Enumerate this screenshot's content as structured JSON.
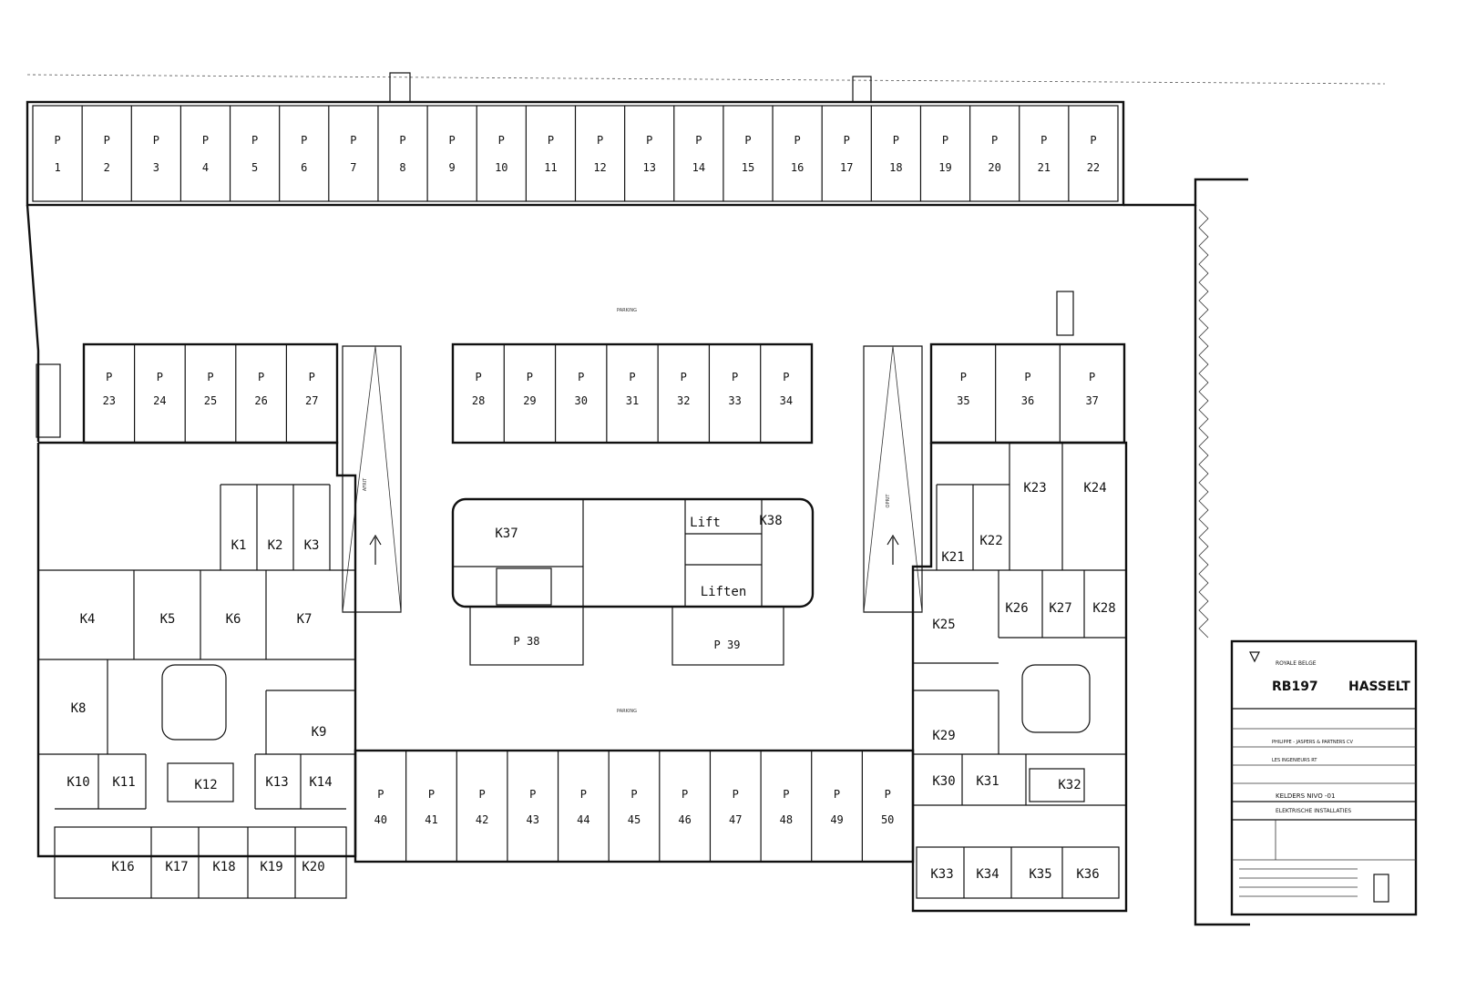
{
  "plan": {
    "parking_label": "PARKING",
    "ramp_left": "AFRIT",
    "ramp_right": "OPRIT",
    "lift_label": "Lift",
    "liften_label": "Liften",
    "spaces_top": [
      "1",
      "2",
      "3",
      "4",
      "5",
      "6",
      "7",
      "8",
      "9",
      "10",
      "11",
      "12",
      "13",
      "14",
      "15",
      "16",
      "17",
      "18",
      "19",
      "20",
      "21",
      "22"
    ],
    "spaces_mid_left": [
      "23",
      "24",
      "25",
      "26",
      "27"
    ],
    "spaces_mid_center": [
      "28",
      "29",
      "30",
      "31",
      "32",
      "33",
      "34"
    ],
    "spaces_mid_right": [
      "35",
      "36",
      "37"
    ],
    "spaces_bottom": [
      "40",
      "41",
      "42",
      "43",
      "44",
      "45",
      "46",
      "47",
      "48",
      "49",
      "50"
    ],
    "space_p38": "P 38",
    "space_p39": "P 39",
    "cellars": [
      "K1",
      "K2",
      "K3",
      "K4",
      "K5",
      "K6",
      "K7",
      "K8",
      "K9",
      "K10",
      "K11",
      "K12",
      "K13",
      "K14",
      "K16",
      "K17",
      "K18",
      "K19",
      "K20",
      "K21",
      "K22",
      "K23",
      "K24",
      "K25",
      "K26",
      "K27",
      "K28",
      "K29",
      "K30",
      "K31",
      "K32",
      "K33",
      "K34",
      "K35",
      "K36",
      "K37",
      "K38"
    ]
  },
  "title_block": {
    "client": "ROYALE BELGE",
    "project": "RB197",
    "city": "HASSELT",
    "sheet": "KELDERS NIVO -01",
    "subtitle": "ELEKTRISCHE INSTALLATIES",
    "firm": "PHILIPPE - JASPERS & PARTNERS CV",
    "contractor": "LES INGENIEURS RT"
  }
}
